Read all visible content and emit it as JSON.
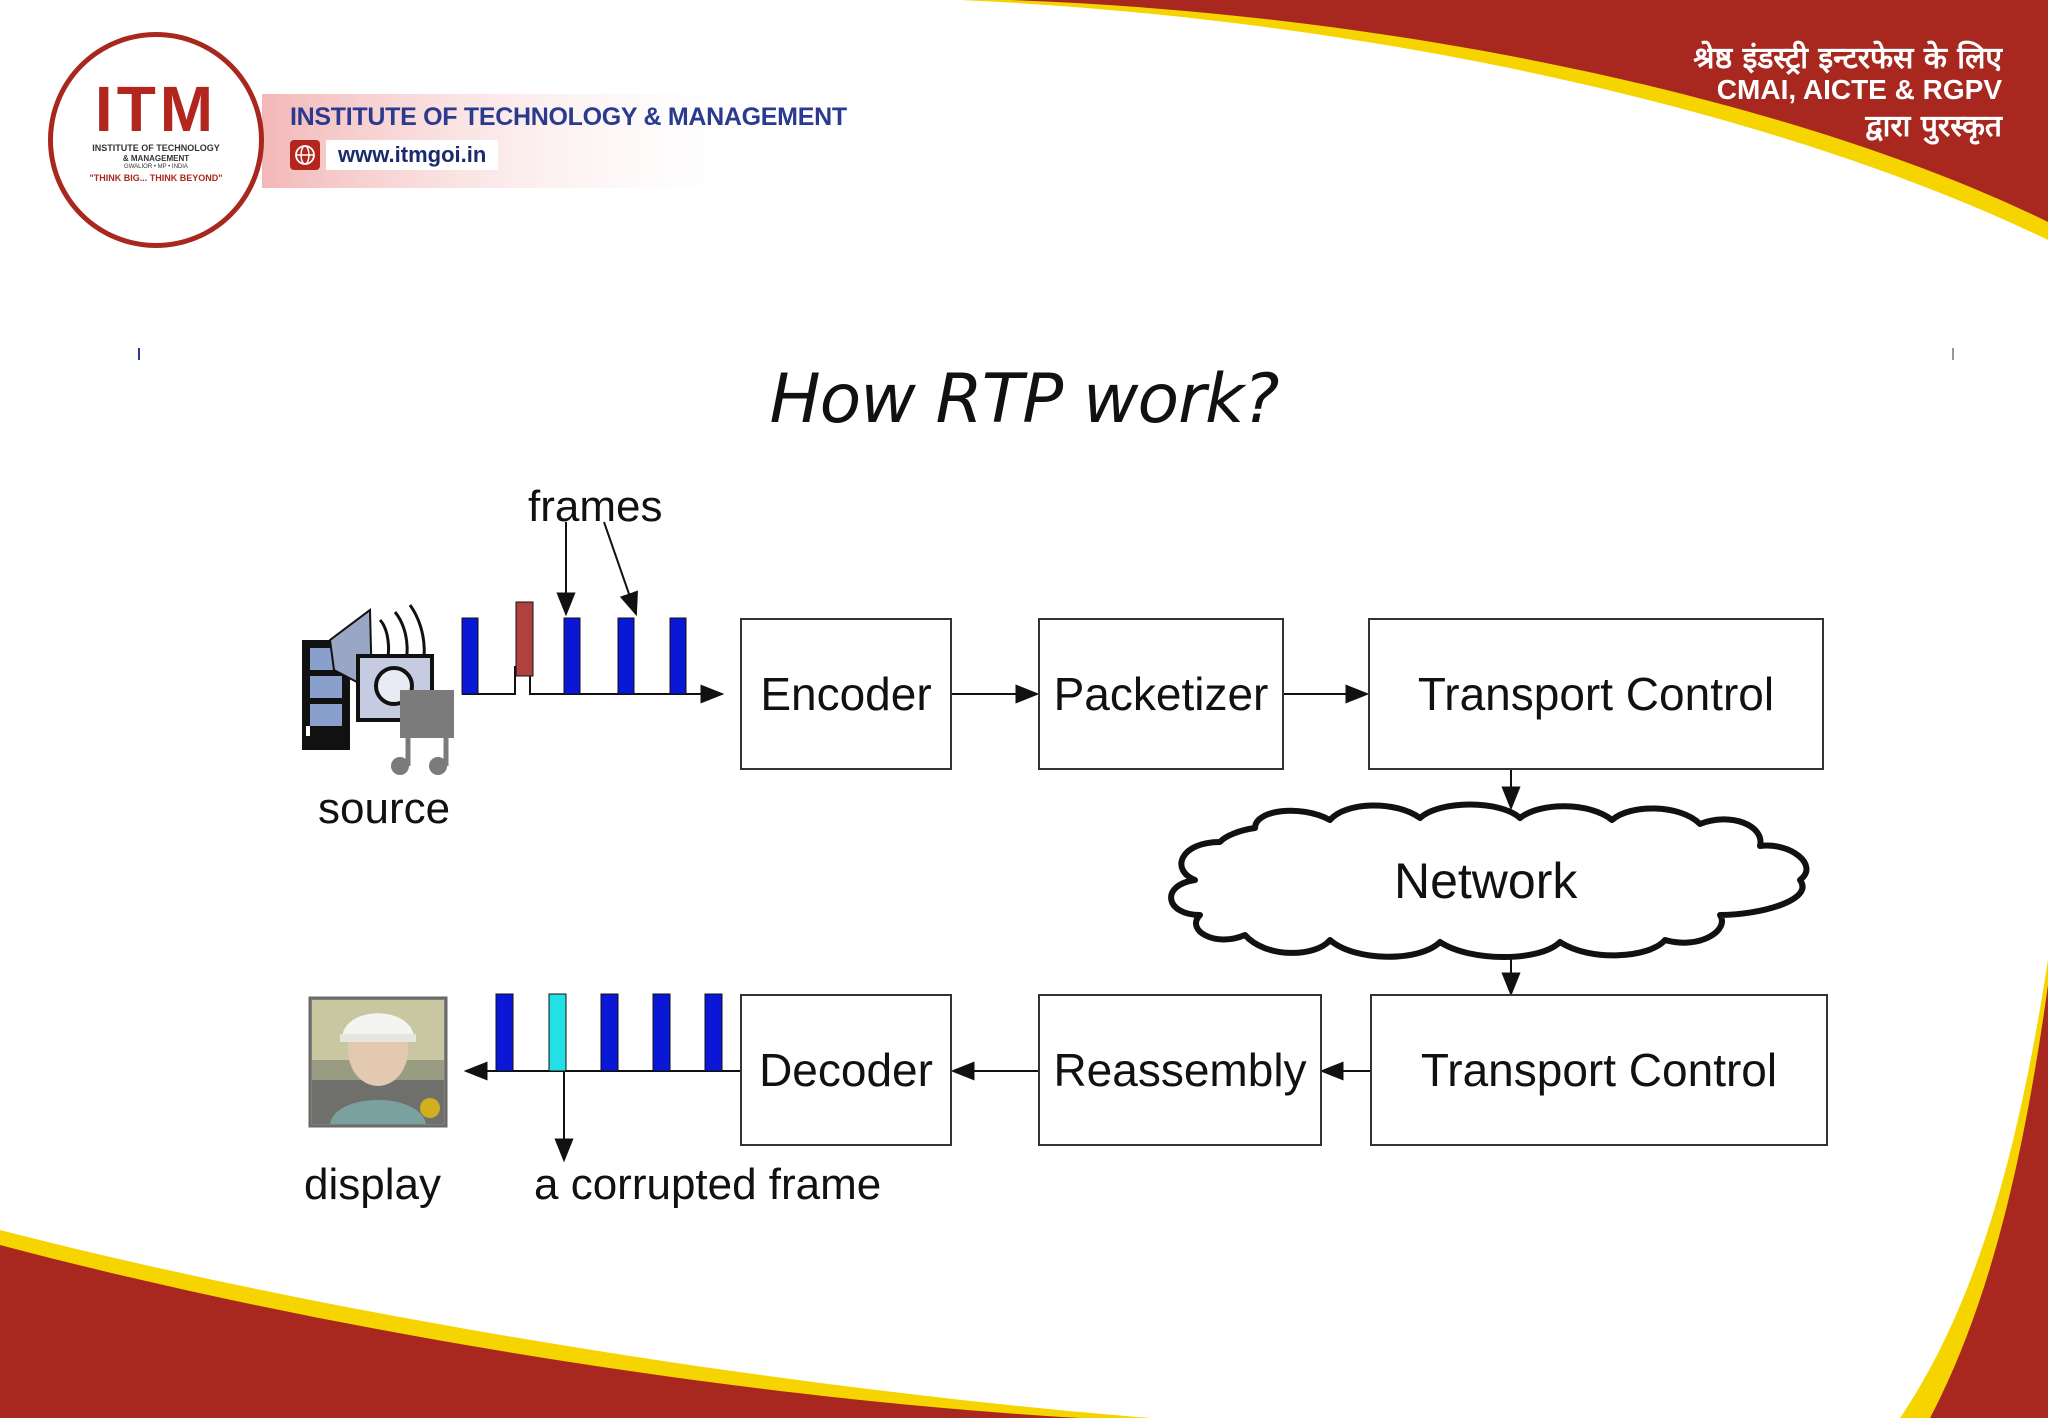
{
  "header": {
    "logo_mark": "ITM",
    "logo_line1": "INSTITUTE OF TECHNOLOGY",
    "logo_line2": "& MANAGEMENT",
    "logo_line3": "GWALIOR • MP • INDIA",
    "logo_tagline": "\"THINK BIG... THINK BEYOND\"",
    "institute_name": "INSTITUTE OF TECHNOLOGY & MANAGEMENT",
    "website": "www.itmgoi.in",
    "award_line1": "श्रेष्ठ इंडस्ट्री इन्टरफेस के लिए",
    "award_line2": "CMAI, AICTE & RGPV",
    "award_line3": "द्वारा पुरस्कृत"
  },
  "title": "How RTP work?",
  "diagram": {
    "frames_label": "frames",
    "source_label": "source",
    "display_label": "display",
    "corrupted_label": "a corrupted frame",
    "encoder": "Encoder",
    "packetizer": "Packetizer",
    "transport_top": "Transport Control",
    "network": "Network",
    "transport_bottom": "Transport Control",
    "reassembly": "Reassembly",
    "decoder": "Decoder"
  },
  "colors": {
    "brand_red": "#a8281f",
    "brand_yellow": "#f5d400",
    "frame_blue": "#0a17d6",
    "frame_red": "#b0413e",
    "frame_cyan": "#22e0e6",
    "institute_blue": "#2a3a8f"
  }
}
